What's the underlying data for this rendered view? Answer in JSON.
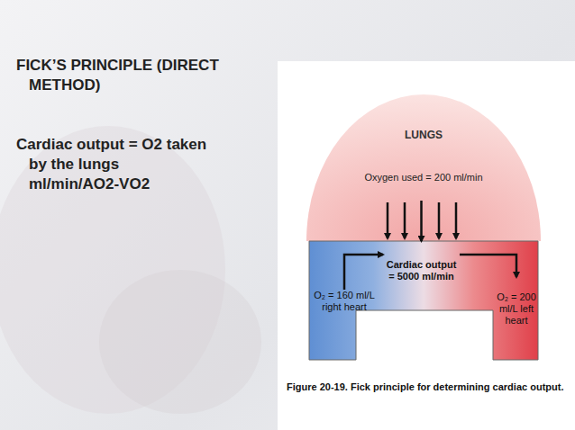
{
  "diagram": {
    "title": "FICK’S PRINCIPLE (DIRECT METHOD)",
    "caption": "Figure 20-19. Fick principle for determining cardiac output.",
    "nodes": [
      {
        "text": [
          "LUNGS",
          "Oxygen used = 200 ml/min"
        ]
      },
      {
        "text": [
          "O₂ = 160 ml/L right heart"
        ]
      },
      {
        "text": [
          "Cardiac output = 5000 ml/min"
        ]
      },
      {
        "text": [
          "O₂ = 200 ml/L left heart"
        ]
      }
    ],
    "edges": [
      {
        "from": 0,
        "to": 2,
        "arrow": "to"
      },
      {
        "from": 1,
        "to": 2,
        "arrow": "to"
      },
      {
        "from": 2,
        "to": 3,
        "arrow": "to"
      }
    ],
    "labels": [
      "Cardiac output = O2 taken by the lungs ml/min/AO2-VO2"
    ]
  }
}
